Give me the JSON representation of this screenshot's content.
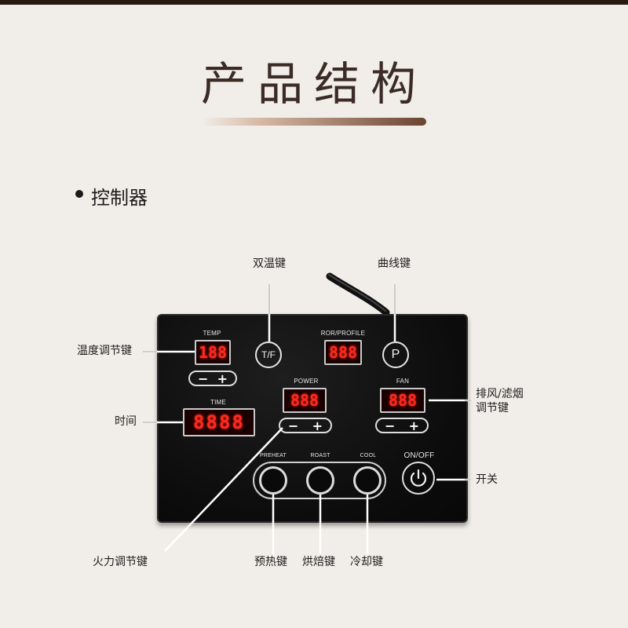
{
  "page": {
    "title": "产品结构",
    "section_title": "控制器"
  },
  "panel": {
    "temp_label": "TEMP",
    "temp_display": "188",
    "time_label": "TIME",
    "time_display": "8888",
    "tf_button": "T/F",
    "ror_label": "ROR/PROFILE",
    "ror_display": "888",
    "p_button": "P",
    "power_label": "POWER",
    "power_display": "888",
    "fan_label": "FAN",
    "fan_display": "888",
    "minus": "−",
    "plus": "+",
    "preheat_label": "PREHEAT",
    "roast_label": "ROAST",
    "cool_label": "COOL",
    "onoff_label": "ON/OFF"
  },
  "callouts": {
    "dual_temp": "双温键",
    "curve": "曲线键",
    "temp_adjust": "温度调节键",
    "time": "时间",
    "fan_adjust_line1": "排风/滤烟",
    "fan_adjust_line2": "调节键",
    "switch": "开关",
    "fire_adjust": "火力调节键",
    "preheat": "预热键",
    "roast": "烘焙键",
    "cool": "冷却键"
  },
  "icons": {
    "power": "power-icon",
    "bullet": "bullet-icon"
  }
}
